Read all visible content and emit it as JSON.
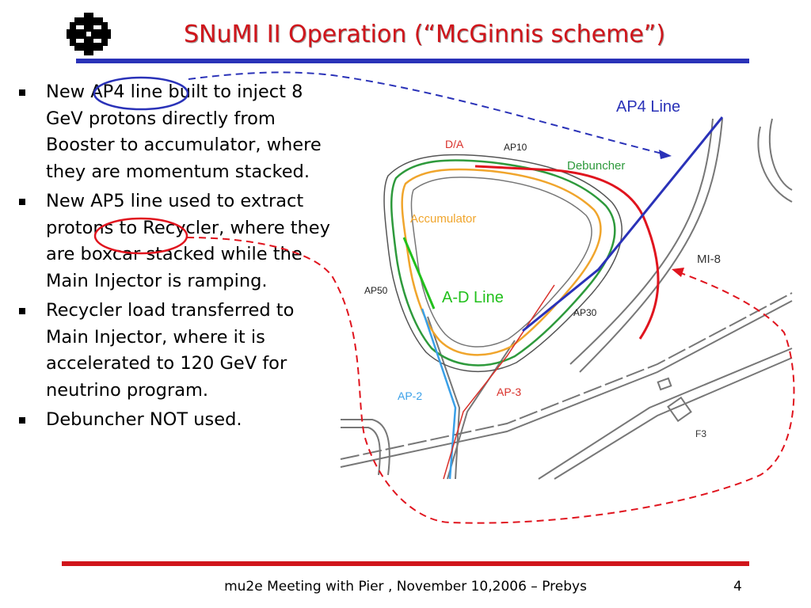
{
  "slide": {
    "title": "SNuMI II Operation (“McGinnis scheme”)",
    "page_number": "4",
    "footer": "mu2e Meeting with Pier , November 10,2006 – Prebys"
  },
  "bullets": [
    "New AP4 line built to inject 8 GeV protons directly from Booster to accumulator, where they are momentum stacked.",
    "New AP5 line used to extract protons to Recycler, where they are boxcar stacked while the Main Injector is ramping.",
    "Recycler load transferred to Main Injector, where it is accelerated to 120 GeV for neutrino program.",
    "Debuncher NOT used."
  ],
  "diagram": {
    "labels": {
      "da": "D/A",
      "ap10": "AP10",
      "debuncher": "Debuncher",
      "accumulator": "Accumulator",
      "ap50": "AP50",
      "ad_line": "A-D Line",
      "ap30": "AP30",
      "ap2": "AP-2",
      "ap3": "AP-3",
      "mi8": "MI-8",
      "f3": "F3",
      "ap4_line": "AP4 Line"
    }
  },
  "colors": {
    "title": "#d0151b",
    "top_rule": "#2a32b8",
    "bottom_rule": "#d0151b",
    "ap4_line": "#2a32b8",
    "ap5_line": "#e0141e",
    "debuncher": "#2e9a3c",
    "accumulator": "#f0a52c",
    "ad_line": "#22c01c",
    "ap2": "#3aa0e8"
  }
}
